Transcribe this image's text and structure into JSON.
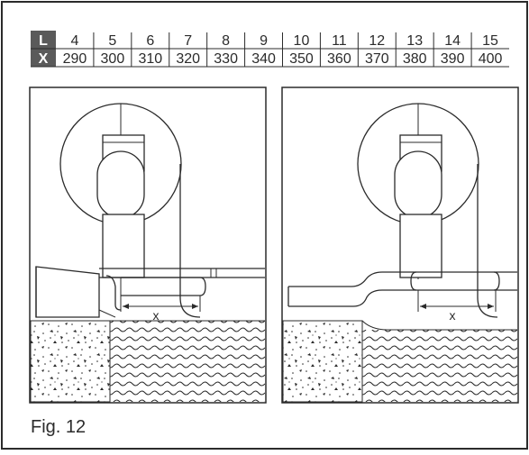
{
  "table": {
    "row_l": {
      "header": "L",
      "values": [
        "4",
        "5",
        "6",
        "7",
        "8",
        "9",
        "10",
        "11",
        "12",
        "13",
        "14",
        "15"
      ]
    },
    "row_x": {
      "header": "X",
      "values": [
        "290",
        "300",
        "310",
        "320",
        "330",
        "340",
        "350",
        "360",
        "370",
        "380",
        "390",
        "400"
      ]
    }
  },
  "panels": [
    {
      "dimension_label": "x"
    },
    {
      "dimension_label": "x"
    }
  ],
  "caption": "Fig. 12",
  "colors": {
    "line": "#2b2b2b",
    "header_bg": "#5a5a5a",
    "header_text": "#ffffff",
    "background": "#ffffff"
  }
}
